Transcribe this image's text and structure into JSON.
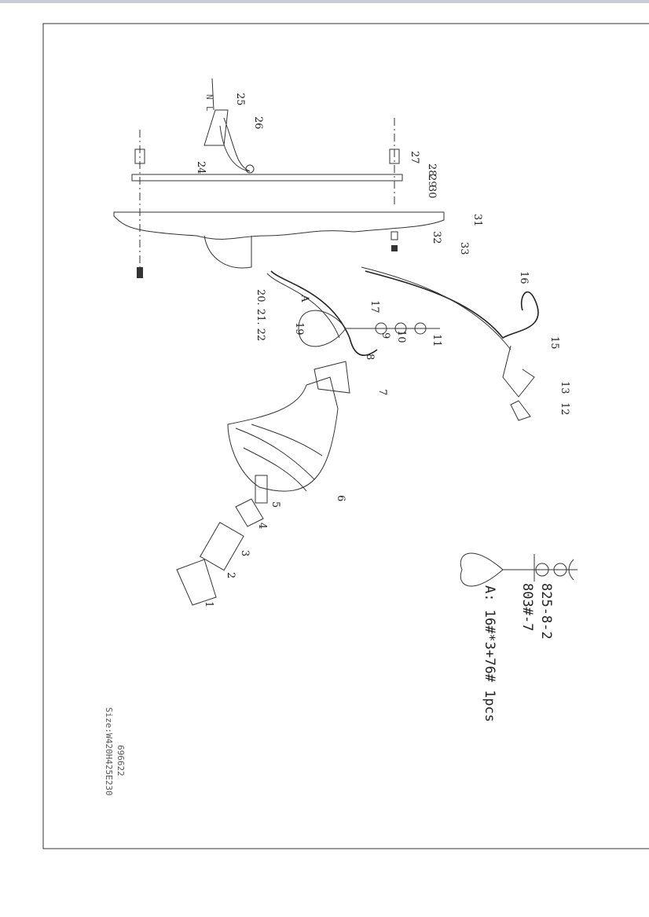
{
  "diagram": {
    "type": "exploded-assembly-drawing",
    "part_labels": [
      "1",
      "2",
      "3",
      "4",
      "5",
      "6",
      "7",
      "8",
      "9",
      "10",
      "11",
      "12",
      "13",
      "15",
      "16",
      "17",
      "19",
      "20. 21. 22",
      "A",
      "24",
      "25",
      "26",
      "27",
      "28",
      "29",
      "30",
      "31",
      "32",
      "33"
    ],
    "wire_labels": {
      "neutral": "N",
      "live": "L"
    },
    "detail_a": {
      "part_1": "825-8-2",
      "part_2": "803#-7",
      "spec": "A:  16#*3+76#  1pcs"
    },
    "model_number": "696622",
    "size": "Size:W420H425E230"
  }
}
